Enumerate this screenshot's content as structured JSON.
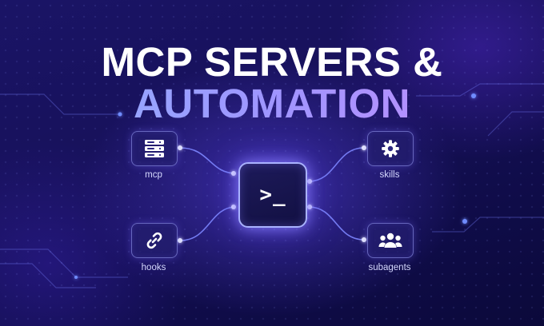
{
  "title": {
    "line1": "MCP SERVERS &",
    "line2": "AUTOMATION"
  },
  "hub": {
    "symbol": ">_",
    "icon": "terminal-icon"
  },
  "nodes": {
    "mcp": {
      "label": "mcp",
      "icon": "server-icon"
    },
    "skills": {
      "label": "skills",
      "icon": "gear-icon"
    },
    "hooks": {
      "label": "hooks",
      "icon": "link-icon"
    },
    "subagents": {
      "label": "subagents",
      "icon": "users-icon"
    }
  },
  "colors": {
    "background": "#15105a",
    "accent_blue": "#8fb2ff",
    "accent_purple": "#c58dff",
    "node_border": "#a0a5ff",
    "connector": "#7d86ff"
  }
}
